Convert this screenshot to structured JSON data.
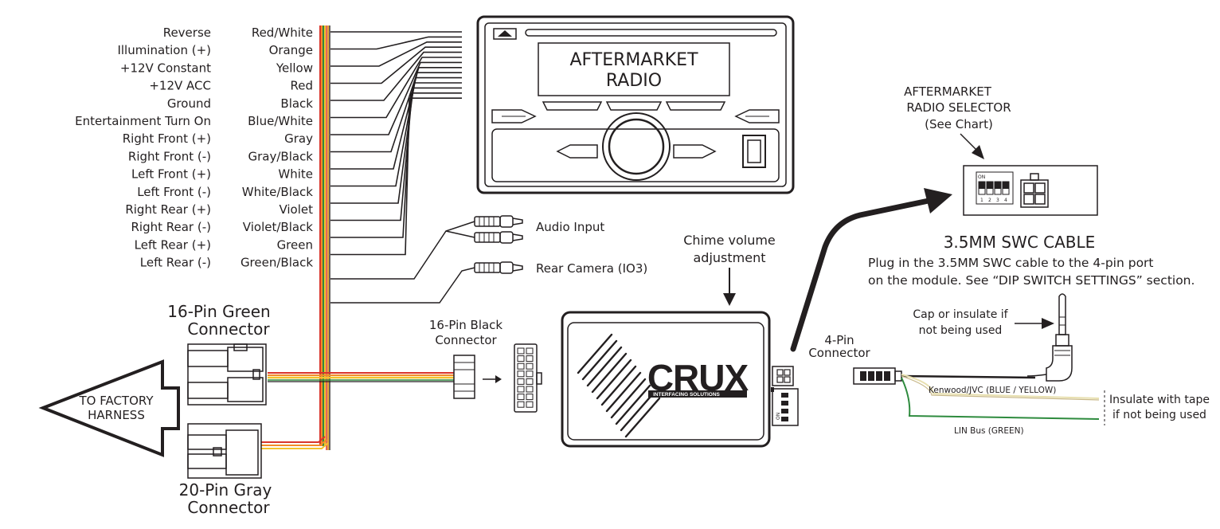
{
  "wiring_rows": [
    {
      "function": "Reverse",
      "color": "Red/White"
    },
    {
      "function": "Illumination (+)",
      "color": "Orange"
    },
    {
      "function": "+12V Constant",
      "color": "Yellow"
    },
    {
      "function": "+12V ACC",
      "color": "Red"
    },
    {
      "function": "Ground",
      "color": "Black"
    },
    {
      "function": "Entertainment Turn On",
      "color": "Blue/White"
    },
    {
      "function": "Right Front (+)",
      "color": "Gray"
    },
    {
      "function": "Right Front (-)",
      "color": "Gray/Black"
    },
    {
      "function": "Left Front (+)",
      "color": "White"
    },
    {
      "function": "Left Front (-)",
      "color": "White/Black"
    },
    {
      "function": "Right Rear (+)",
      "color": "Violet"
    },
    {
      "function": "Right Rear (-)",
      "color": "Violet/Black"
    },
    {
      "function": "Left Rear (+)",
      "color": "Green"
    },
    {
      "function": "Left Rear (-)",
      "color": "Green/Black"
    }
  ],
  "radio": {
    "line1": "AFTERMARKET",
    "line2": "RADIO"
  },
  "rca": {
    "audio_input": "Audio Input",
    "rear_camera": "Rear Camera (IO3)"
  },
  "connectors": {
    "green16_line1": "16-Pin Green",
    "green16_line2": "Connector",
    "gray20_line1": "20-Pin Gray",
    "gray20_line2": "Connector",
    "black16_line1": "16-Pin Black",
    "black16_line2": "Connector",
    "pin4_line1": "4-Pin",
    "pin4_line2": "Connector"
  },
  "factory": {
    "line1": "TO FACTORY",
    "line2": "HARNESS"
  },
  "chime": {
    "line1": "Chime volume",
    "line2": "adjustment"
  },
  "module": {
    "brand": "CRUX",
    "tagline": "INTERFACING SOLUTIONS",
    "dip_on": "ON"
  },
  "selector": {
    "line1": "AFTERMARKET",
    "line2": "RADIO SELECTOR",
    "line3": "(See Chart)",
    "dip_on": "ON",
    "dip_numbers": [
      "1",
      "2",
      "3",
      "4"
    ]
  },
  "swc": {
    "title": "3.5MM SWC CABLE",
    "desc1": "Plug in the 3.5MM SWC cable to the 4-pin port",
    "desc2": "on the module. See “DIP SWITCH SETTINGS” section.",
    "cap_line1": "Cap or insulate if",
    "cap_line2": "not being used",
    "kenwood": "Kenwood/JVC (BLUE / YELLOW)",
    "linbus": "LIN Bus (GREEN)",
    "insulate_line1": "Insulate with tape",
    "insulate_line2": "if not being used"
  },
  "colors": {
    "ink": "#231f20",
    "wire_red": "#d9342b",
    "wire_orange": "#f28c28",
    "wire_yellow": "#f2c12e",
    "wire_green": "#2e8b3e",
    "wire_blue": "#2f6db5",
    "wire_cream": "#e8e0b0"
  }
}
